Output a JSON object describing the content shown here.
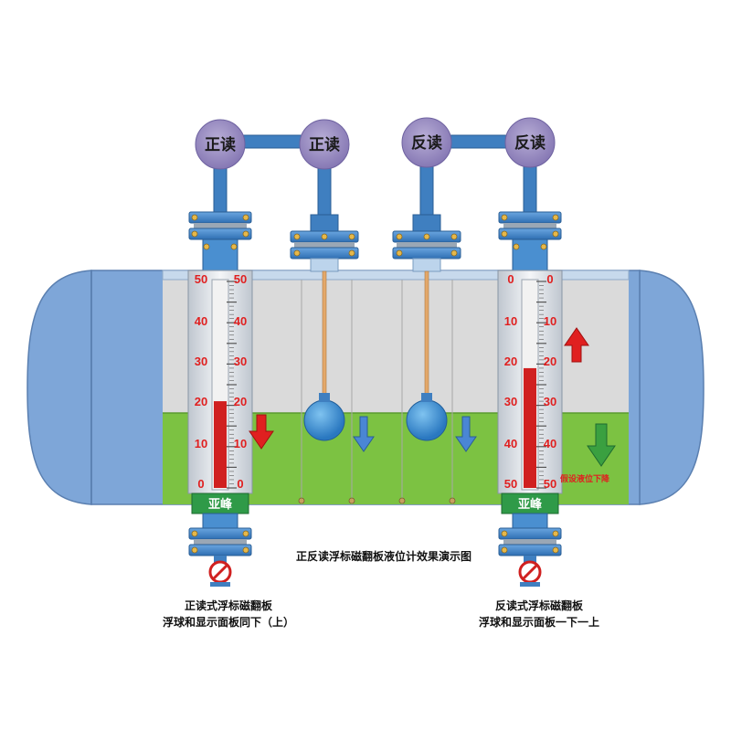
{
  "diagram": {
    "title": "正反读浮标磁翻板液位计效果演示图",
    "bubbles": {
      "direct_1": "正读",
      "direct_2": "正读",
      "reverse_1": "反读",
      "reverse_2": "反读"
    },
    "gauges": {
      "direct": {
        "ticks": [
          "50",
          "40",
          "30",
          "20",
          "10",
          "0"
        ],
        "nameplate": "亚峰",
        "level_fraction": 0.42
      },
      "reverse": {
        "ticks": [
          "0",
          "10",
          "20",
          "30",
          "40",
          "50"
        ],
        "nameplate": "亚峰",
        "level_fraction": 0.58
      }
    },
    "liquid_note": "假设液位下降",
    "captions": {
      "left_line1": "正读式浮标磁翻板",
      "left_line2": "浮球和显示面板同下（上）",
      "right_line1": "反读式浮标磁翻板",
      "right_line2": "浮球和显示面板一下一上"
    },
    "colors": {
      "tank": "#7ea6d8",
      "tank_inner": "#dcdcdc",
      "liquid": "#7cc242",
      "pipe": "#3f7fc0",
      "bubble": "#9c8fc2",
      "arrow_red": "#e02020",
      "arrow_blue": "#4a86d4",
      "arrow_green": "#3aa040"
    }
  }
}
